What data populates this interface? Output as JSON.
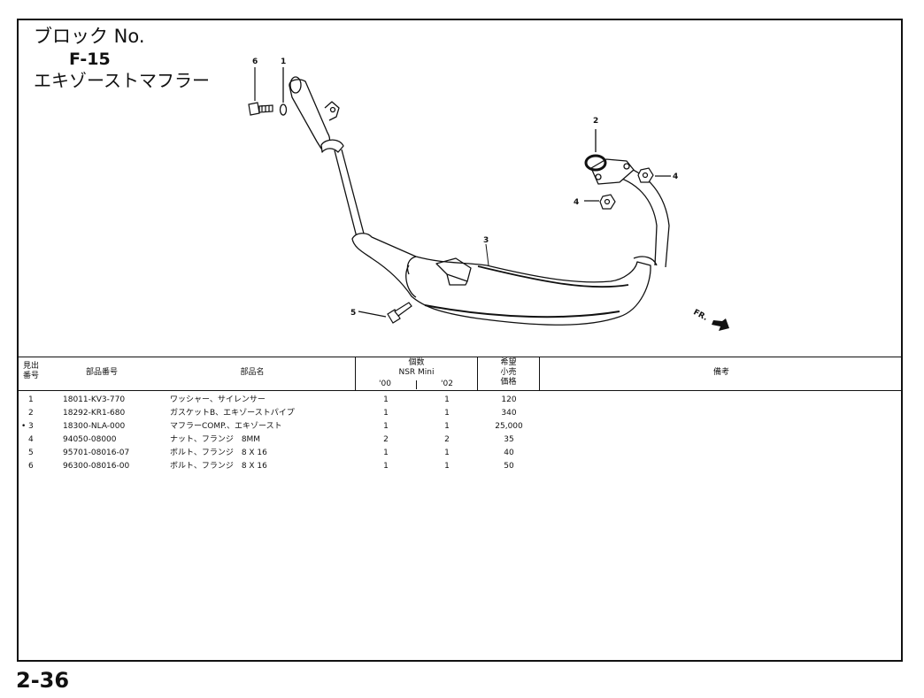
{
  "header": {
    "block_label": "ブロック No.",
    "block_code": "F-15",
    "part_name": "エキゾーストマフラー"
  },
  "diagram": {
    "callouts": [
      "1",
      "2",
      "3",
      "4",
      "4",
      "5",
      "6"
    ],
    "fr_label": "FR."
  },
  "table": {
    "columns": {
      "ref": "見出\n番号",
      "part_no": "部品番号",
      "name": "部品名",
      "qty": "個数",
      "model": "NSR Mini",
      "year1": "'00",
      "year2": "'02",
      "price": "希望\n小売\n価格",
      "remarks": "備考"
    },
    "rows": [
      {
        "marker": "",
        "ref": "1",
        "part_no": "18011-KV3-770",
        "name": "ワッシャー、サイレンサー",
        "qty00": "1",
        "qty02": "1",
        "price": "120"
      },
      {
        "marker": "",
        "ref": "2",
        "part_no": "18292-KR1-680",
        "name": "ガスケットB、エキゾーストパイプ",
        "qty00": "1",
        "qty02": "1",
        "price": "340"
      },
      {
        "marker": "•",
        "ref": "3",
        "part_no": "18300-NLA-000",
        "name": "マフラーCOMP.、エキゾースト",
        "qty00": "1",
        "qty02": "1",
        "price": "25,000"
      },
      {
        "marker": "",
        "ref": "4",
        "part_no": "94050-08000",
        "name": "ナット、フランジ　8MM",
        "qty00": "2",
        "qty02": "2",
        "price": "35"
      },
      {
        "marker": "",
        "ref": "5",
        "part_no": "95701-08016-07",
        "name": "ボルト、フランジ　8 X 16",
        "qty00": "1",
        "qty02": "1",
        "price": "40"
      },
      {
        "marker": "",
        "ref": "6",
        "part_no": "96300-08016-00",
        "name": "ボルト、フランジ　8 X 16",
        "qty00": "1",
        "qty02": "1",
        "price": "50"
      }
    ]
  },
  "footer": {
    "page_number": "2-36"
  }
}
